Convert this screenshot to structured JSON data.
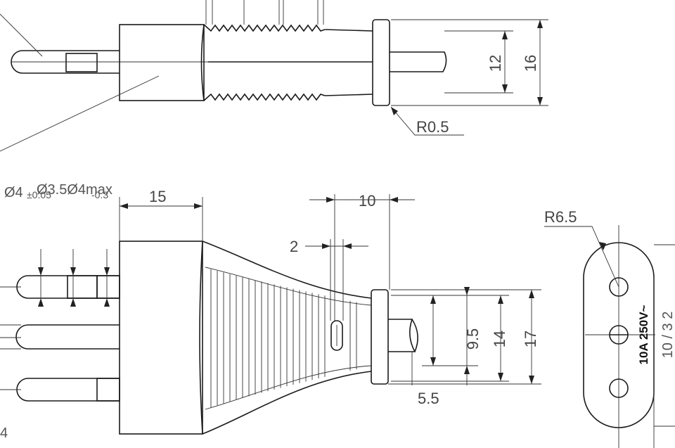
{
  "dimensions": {
    "r05": "R0.5",
    "d12": "12",
    "d16": "16",
    "d15": "15",
    "d10": "10",
    "d2": "2",
    "r65": "R6.5",
    "d95": "9.5",
    "d14": "14",
    "d17": "17",
    "d55": "5.5",
    "pin_dia": "Ø4",
    "pin_tol": "±0.05",
    "pin_overlap": "Ø3.5Ø4max",
    "pin_overlap_tol": "-0.3",
    "edge_right": "10 / 3 2",
    "edge_bottom_left": "4"
  },
  "face": {
    "rating": "10A 250V~"
  }
}
